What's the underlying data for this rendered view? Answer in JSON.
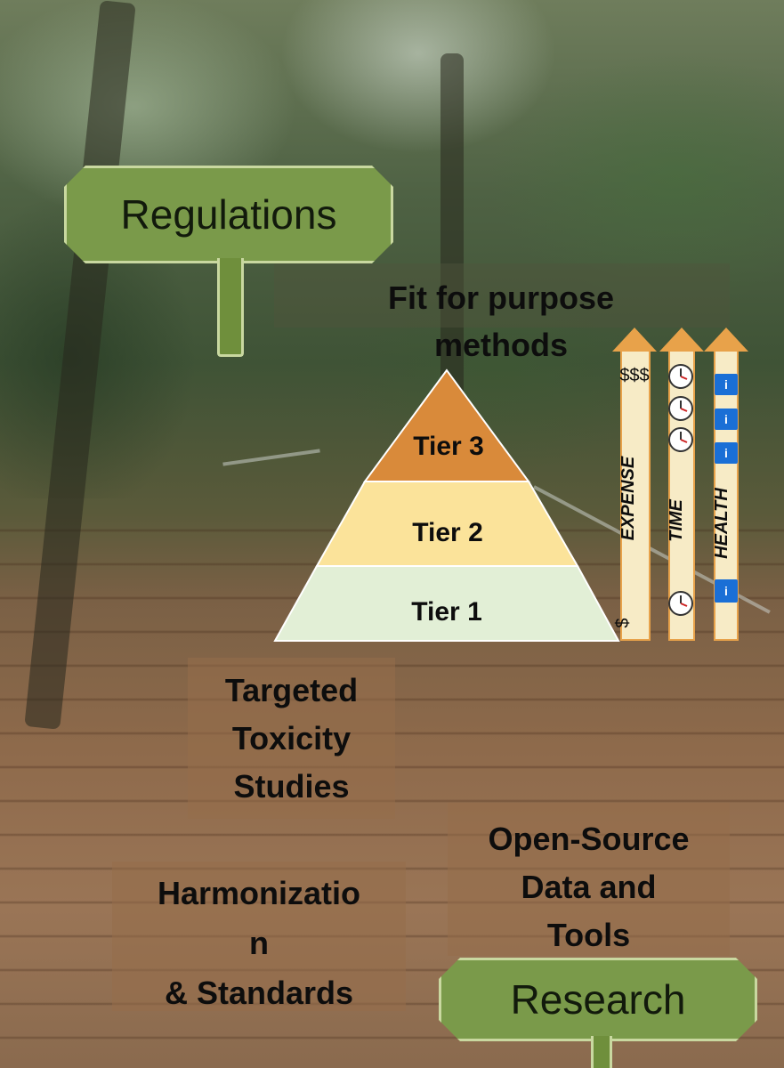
{
  "signs": {
    "regulations": "Regulations",
    "research": "Research"
  },
  "fit_for_purpose": "Fit for purpose methods",
  "pyramid": {
    "tiers": [
      {
        "label": "Tier 3",
        "color": "#d98a3a"
      },
      {
        "label": "Tier 2",
        "color": "#fbe39a"
      },
      {
        "label": "Tier 1",
        "color": "#e2efd6"
      }
    ]
  },
  "arrows": {
    "color": "#e8a24a",
    "shaft_color": "#f7ebc6",
    "expense": {
      "label": "EXPENSE",
      "top_mark": "$$$",
      "bottom_mark": "$"
    },
    "time": {
      "label": "TIME",
      "icon": "clock-icon"
    },
    "health": {
      "label": "HEALTH",
      "icon": "info-icon",
      "icon_color": "#1a6fd6"
    }
  },
  "panels": {
    "targeted": [
      "Targeted",
      "Toxicity",
      "Studies"
    ],
    "open_source": [
      "Open-Source",
      "Data and",
      "Tools"
    ],
    "harmonization": [
      "Harmonizatio",
      "n",
      "& Standards"
    ]
  }
}
